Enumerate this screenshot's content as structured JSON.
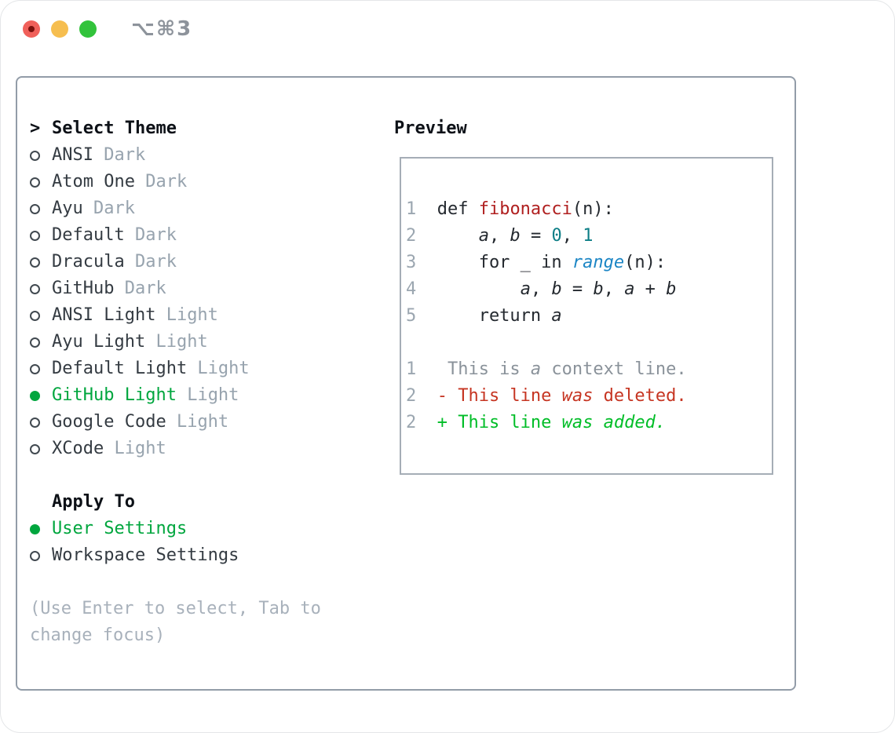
{
  "window": {
    "title": "⌥⌘3",
    "traffic_lights": [
      "close",
      "minimize",
      "zoom"
    ]
  },
  "left": {
    "select_header": {
      "pointer": ">",
      "label": "Select Theme"
    },
    "themes": [
      {
        "name": "ANSI",
        "tag": "Dark",
        "selected": false
      },
      {
        "name": "Atom One",
        "tag": "Dark",
        "selected": false
      },
      {
        "name": "Ayu",
        "tag": "Dark",
        "selected": false
      },
      {
        "name": "Default",
        "tag": "Dark",
        "selected": false
      },
      {
        "name": "Dracula",
        "tag": "Dark",
        "selected": false
      },
      {
        "name": "GitHub",
        "tag": "Dark",
        "selected": false
      },
      {
        "name": "ANSI Light",
        "tag": "Light",
        "selected": false
      },
      {
        "name": "Ayu Light",
        "tag": "Light",
        "selected": false
      },
      {
        "name": "Default Light",
        "tag": "Light",
        "selected": false
      },
      {
        "name": "GitHub Light",
        "tag": "Light",
        "selected": true
      },
      {
        "name": "Google Code",
        "tag": "Light",
        "selected": false
      },
      {
        "name": "XCode",
        "tag": "Light",
        "selected": false
      }
    ],
    "apply_header": "Apply To",
    "apply_options": [
      {
        "name": "User Settings",
        "selected": true
      },
      {
        "name": "Workspace Settings",
        "selected": false
      }
    ],
    "hint": "(Use Enter to select, Tab to change focus)"
  },
  "preview": {
    "header": "Preview",
    "code_lines": [
      {
        "num": "1",
        "tokens": [
          [
            " def ",
            "d"
          ],
          [
            "fibonacci",
            "fn"
          ],
          [
            "(n):",
            "d"
          ]
        ]
      },
      {
        "num": "2",
        "tokens": [
          [
            "     ",
            "d"
          ],
          [
            "a",
            "v"
          ],
          [
            ", ",
            "d"
          ],
          [
            "b",
            "v"
          ],
          [
            " = ",
            "d"
          ],
          [
            "0",
            "n"
          ],
          [
            ", ",
            "d"
          ],
          [
            "1",
            "n"
          ]
        ]
      },
      {
        "num": "3",
        "tokens": [
          [
            "     for _ in ",
            "d"
          ],
          [
            "range",
            "b"
          ],
          [
            "(n):",
            "d"
          ]
        ]
      },
      {
        "num": "4",
        "tokens": [
          [
            "         ",
            "d"
          ],
          [
            "a",
            "v"
          ],
          [
            ", ",
            "d"
          ],
          [
            "b",
            "v"
          ],
          [
            " = ",
            "d"
          ],
          [
            "b",
            "v"
          ],
          [
            ", ",
            "d"
          ],
          [
            "a",
            "v"
          ],
          [
            " + ",
            "d"
          ],
          [
            "b",
            "v"
          ]
        ]
      },
      {
        "num": "5",
        "tokens": [
          [
            "     return ",
            "d"
          ],
          [
            "a",
            "v"
          ]
        ]
      },
      {
        "num": "",
        "tokens": []
      },
      {
        "num": "1",
        "tokens": [
          [
            "  This is ",
            "x"
          ],
          [
            "a",
            "xi"
          ],
          [
            " context line.",
            "x"
          ]
        ]
      },
      {
        "num": "2",
        "tokens": [
          [
            " - This line ",
            "del"
          ],
          [
            "was",
            "deli"
          ],
          [
            " deleted.",
            "del"
          ]
        ]
      },
      {
        "num": "2",
        "tokens": [
          [
            " + This line ",
            "add"
          ],
          [
            "was added.",
            "addi"
          ]
        ]
      }
    ]
  },
  "colors": {
    "selection_green": "#00a63e",
    "function_red": "#b02020",
    "number_teal": "#0d7e86",
    "builtin_blue": "#1c86c5",
    "diff_deleted": "#c63522",
    "diff_added": "#00bd27",
    "context_gray": "#8a929a",
    "tag_gray": "#97a3ae",
    "hint_gray": "#a8b1bb",
    "traffic_red": "#f0605a",
    "traffic_yellow": "#f6be4f",
    "traffic_green": "#32c33b"
  }
}
